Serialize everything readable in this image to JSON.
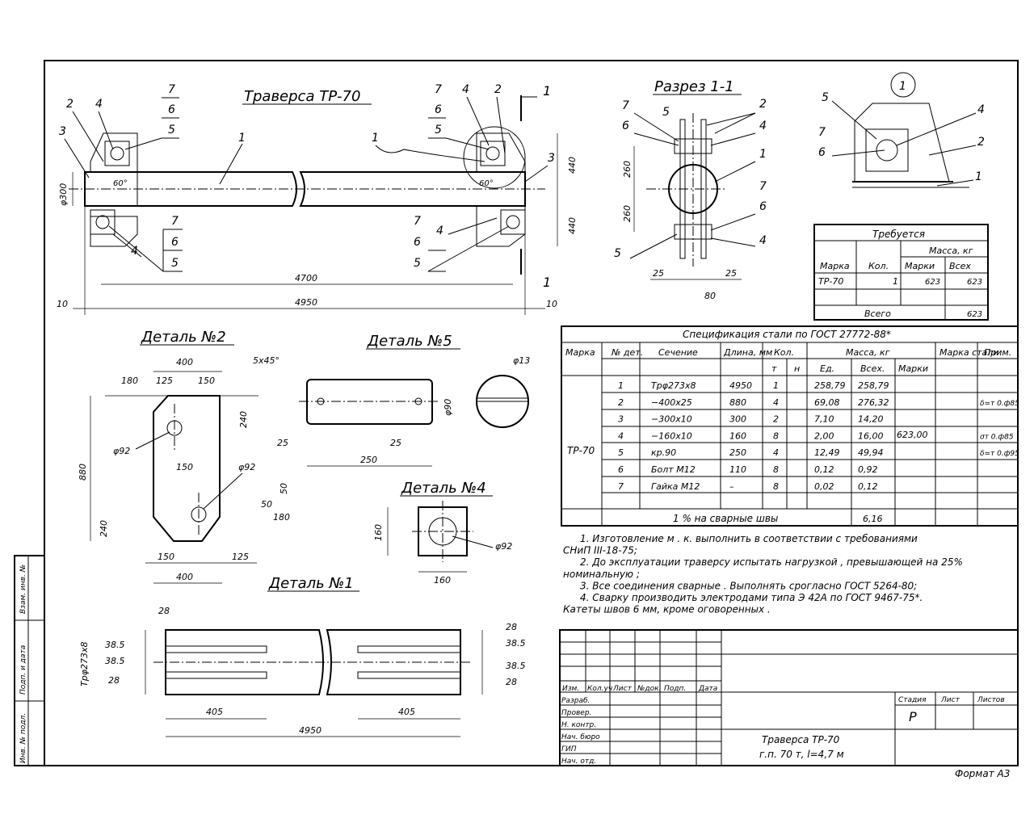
{
  "title_main": "Траверса ТР-70",
  "title_section": "Разрез 1-1",
  "node_mark": "1",
  "detail2": {
    "title": "Деталь №2",
    "dims": [
      "400",
      "180",
      "125",
      "150",
      "240",
      "880",
      "240",
      "150",
      "125",
      "400",
      "150",
      "50",
      "50",
      "180"
    ],
    "holes": [
      "φ92",
      "φ92"
    ],
    "chamfer": "5x45°"
  },
  "detail5": {
    "title": "Деталь №5",
    "dims": [
      "25",
      "25",
      "250",
      "φ90",
      "φ13"
    ]
  },
  "detail4": {
    "title": "Деталь №4",
    "dims": [
      "160",
      "160",
      "φ92"
    ]
  },
  "detail1": {
    "title": "Деталь №1",
    "dims": [
      "28",
      "38.5",
      "38.5",
      "28",
      "28",
      "38.5",
      "38.5",
      "28",
      "405",
      "405",
      "4950"
    ],
    "pipe": "Трφ273х8"
  },
  "main_view": {
    "dims": [
      "4700",
      "4950",
      "10",
      "10",
      "440",
      "440",
      "φ300",
      "60°",
      "60°"
    ],
    "leaders_left": [
      "2",
      "4",
      "7",
      "6",
      "5",
      "3",
      "7",
      "6",
      "5",
      "4"
    ],
    "leaders_right": [
      "7",
      "6",
      "5",
      "4",
      "2",
      "3",
      "7",
      "6",
      "5",
      "4"
    ],
    "pipe_label": "1",
    "section_marks": [
      "1",
      "1"
    ]
  },
  "section_view": {
    "labels": [
      "7",
      "6",
      "5",
      "2",
      "4",
      "1",
      "7",
      "6",
      "5",
      "4"
    ],
    "dims": [
      "260",
      "260",
      "25",
      "25",
      "80"
    ]
  },
  "node_view": {
    "labels": [
      "5",
      "7",
      "6",
      "4",
      "2",
      "1"
    ]
  },
  "required_table": {
    "title": "Требуется",
    "headers": [
      "Марка",
      "Кол.",
      "Масса, кг",
      "Марки",
      "Всех"
    ],
    "rows": [
      [
        "ТР-70",
        "1",
        "623",
        "623"
      ]
    ],
    "total_label": "Всего",
    "total_value": "623"
  },
  "spec_table": {
    "title": "Спецификация стали по ГОСТ 27772-88*",
    "headers": [
      "Марка",
      "№ дет.",
      "Сечение",
      "Длина, мм",
      "Кол.",
      "т",
      "н",
      "Масса, кг",
      "Ед.",
      "Всех.",
      "Марки",
      "Марка стали",
      "Прим."
    ],
    "mark": "ТР-70",
    "rows": [
      [
        "1",
        "Трφ273х8",
        "4950",
        "1",
        "258,79",
        "258,79",
        ""
      ],
      [
        "2",
        "−400х25",
        "880",
        "4",
        "69,08",
        "276,32",
        "δ=т 0.ф85"
      ],
      [
        "3",
        "−300х10",
        "300",
        "2",
        "7,10",
        "14,20",
        ""
      ],
      [
        "4",
        "−160х10",
        "160",
        "8",
        "2,00",
        "16,00",
        "σт 0.ф85"
      ],
      [
        "5",
        "кр.90",
        "250",
        "4",
        "12,49",
        "49,94",
        "δ=т 0.ф95"
      ],
      [
        "6",
        "Болт М12",
        "110",
        "8",
        "0,12",
        "0,92",
        ""
      ],
      [
        "7",
        "Гайка М12",
        "–",
        "8",
        "0,02",
        "0,12",
        ""
      ]
    ],
    "mark_mass": "623,00",
    "weld_label": "1 % на сварные швы",
    "weld_value": "6,16"
  },
  "notes": [
    "1. Изготовление м . к. выполнить в соответствии с требованиями",
    "СНиП III-18-75;",
    "2. До эксплуатации траверсу испытать нагрузкой , превышающей на 25%",
    "номинальную ;",
    "3. Все соединения сварные . Выполнять срогласно ГОСТ 5264-80;",
    "4. Сварку производить электродами типа Э 42А по ГОСТ 9467-75*.",
    "Катеты швов 6 мм, кроме оговоренных ."
  ],
  "stamp": {
    "cols": [
      "Изм.",
      "Кол.уч",
      "Лист",
      "№док.",
      "Подп.",
      "Дата"
    ],
    "rows": [
      "Разраб.",
      "Провер.",
      "Н. контр.",
      "Нач. бюро",
      "ГИП",
      "Нач. отд."
    ],
    "stage_headers": [
      "Стадия",
      "Лист",
      "Листов"
    ],
    "stage": "Р",
    "name_line1": "Траверса ТР-70",
    "name_line2": "г.п. 70 т, l=4,7 м"
  },
  "side_stamp": [
    "Взам. инв. №",
    "Подп. и дата",
    "Инв. № подл."
  ],
  "format": "Формат А3"
}
